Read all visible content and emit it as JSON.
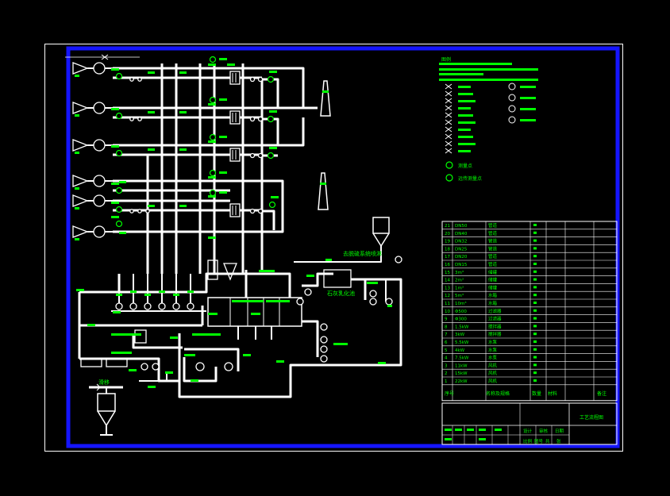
{
  "colors": {
    "background": "#000000",
    "frame_outer": "#ffffff",
    "frame_blue": "#1515ff",
    "pipe": "#ffffff",
    "label": "#00ff00",
    "annotation": "#00ff00"
  },
  "diagram": {
    "annotations": {
      "top_right": "去脱硫系统喷淋",
      "mid": "石灰乳化池",
      "bottom_left": "滑移"
    },
    "title_block": {
      "drawing_title": "工艺流程图",
      "row1": [
        "设计",
        "审核",
        "日期"
      ],
      "row2": [
        "比例",
        "图号",
        "共",
        "张"
      ]
    },
    "table_footer": [
      "序号",
      "名称及规格",
      "数量",
      "材料",
      "备注"
    ],
    "table_rows": [
      {
        "no": "21",
        "spec": "DN50",
        "name": "管道"
      },
      {
        "no": "20",
        "spec": "DN40",
        "name": "管道"
      },
      {
        "no": "19",
        "spec": "DN32",
        "name": "管道"
      },
      {
        "no": "18",
        "spec": "DN25",
        "name": "管道"
      },
      {
        "no": "17",
        "spec": "DN20",
        "name": "管道"
      },
      {
        "no": "16",
        "spec": "DN15",
        "name": "管道"
      },
      {
        "no": "15",
        "spec": "3m³",
        "name": "储罐"
      },
      {
        "no": "14",
        "spec": "2m³",
        "name": "储罐"
      },
      {
        "no": "13",
        "spec": "1m³",
        "name": "储罐"
      },
      {
        "no": "12",
        "spec": "5m³",
        "name": "水箱"
      },
      {
        "no": "11",
        "spec": "10m³",
        "name": "水箱"
      },
      {
        "no": "10",
        "spec": "Φ500",
        "name": "过滤器"
      },
      {
        "no": "9",
        "spec": "Φ300",
        "name": "过滤器"
      },
      {
        "no": "8",
        "spec": "1.5kW",
        "name": "搅拌器"
      },
      {
        "no": "7",
        "spec": "3kW",
        "name": "搅拌器"
      },
      {
        "no": "6",
        "spec": "5.5kW",
        "name": "水泵"
      },
      {
        "no": "5",
        "spec": "4kW",
        "name": "水泵"
      },
      {
        "no": "4",
        "spec": "7.5kW",
        "name": "水泵"
      },
      {
        "no": "3",
        "spec": "11kW",
        "name": "风机"
      },
      {
        "no": "2",
        "spec": "15kW",
        "name": "风机"
      },
      {
        "no": "1",
        "spec": "22kW",
        "name": "风机"
      }
    ],
    "legend_title": "图例",
    "legend_items": [
      "截止阀",
      "止回阀",
      "蝶阀",
      "闸阀",
      "球阀",
      "安全阀",
      "压力表",
      "温度计",
      "流量计",
      "液位计"
    ],
    "legend_items_right": [
      "风机",
      "水泵",
      "过滤器",
      "搅拌器"
    ],
    "legend_notes": [
      "测量点",
      "远传测量点"
    ]
  }
}
